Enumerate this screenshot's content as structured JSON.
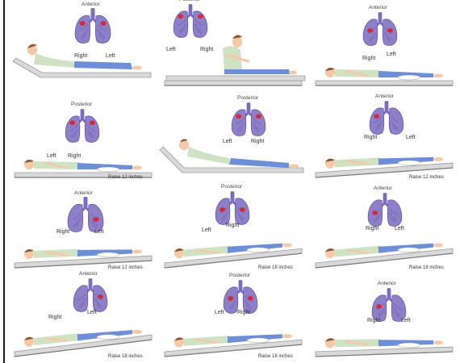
{
  "panels": [
    {
      "view": "Anterior",
      "right": "Right",
      "left": "Left",
      "raise": ""
    },
    {
      "view": "Posterior",
      "right": "Right",
      "left": "Left",
      "raise": ""
    },
    {
      "view": "Anterior",
      "right": "Right",
      "left": "Left",
      "raise": ""
    },
    {
      "view": "Posterior",
      "right": "Right",
      "left": "Left",
      "raise": "Raise 12 inches"
    },
    {
      "view": "Posterior",
      "right": "Right",
      "left": "Left",
      "raise": ""
    },
    {
      "view": "Anterior",
      "right": "Right",
      "left": "Left",
      "raise": "Raise 12 inches"
    },
    {
      "view": "Anterior",
      "right": "Right",
      "left": "Left",
      "raise": "Raise 12 inches"
    },
    {
      "view": "Posterior",
      "right": "Right",
      "left": "Left",
      "raise": "Raise 18 inches"
    },
    {
      "view": "Anterior",
      "right": "Right",
      "left": "Left",
      "raise": "Raise 18 inches"
    },
    {
      "view": "Anterior",
      "right": "Right",
      "left": "Left",
      "raise": "Raise 18 inches"
    },
    {
      "view": "Posterior",
      "right": "Right",
      "left": "Left",
      "raise": "Raise 18 inches"
    },
    {
      "view": "Anterior",
      "right": "Right",
      "left": "Left",
      "raise": ""
    }
  ],
  "colors": {
    "lung": "#8e80c8",
    "lung_stroke": "#6a5aa8",
    "trachea": "#7a6cc0",
    "highlight": "#d62a3a",
    "skin": "#f3c9a8",
    "shirt": "#cfe3c4",
    "pants": "#6c8fd8",
    "hair": "#8a5a34",
    "bed": "#d9d9d9",
    "bed_edge": "#9a9a9a"
  },
  "icons": [
    "lung-icon",
    "patient-figure",
    "bed-icon"
  ]
}
